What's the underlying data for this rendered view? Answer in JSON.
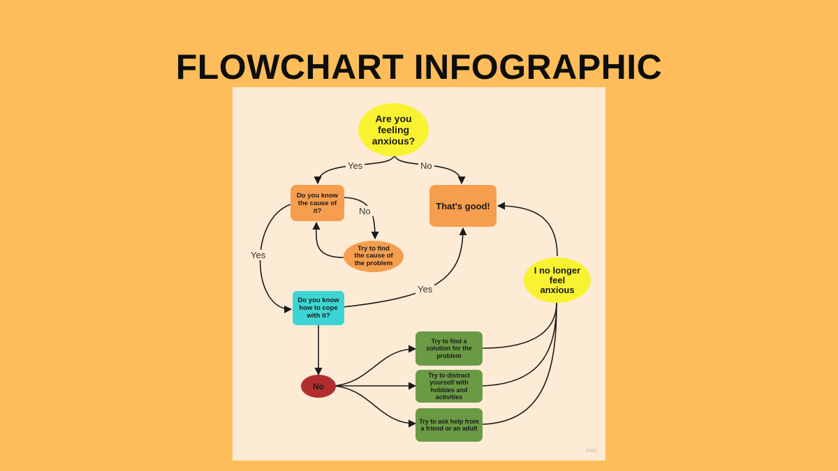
{
  "page": {
    "title": "FLOWCHART INFOGRAPHIC"
  },
  "diagram": {
    "nodes": {
      "start": "Are you feeling anxious?",
      "know_cause": "Do you know the cause of it?",
      "find_cause": "Try to find the cause of the problem",
      "thats_good": "That's good!",
      "know_cope": "Do you know how to cope with it?",
      "no_longer": "I no longer feel anxious",
      "no": "No",
      "solution": "Try to find a solution for the problem",
      "distract": "Try to distract yourself with hobbies and activities",
      "ask_help": "Try to ask help from a friend or an adult"
    },
    "edge_labels": {
      "start_yes": "Yes",
      "start_no": "No",
      "cause_no": "No",
      "cause_yes": "Yes",
      "cope_yes": "Yes"
    },
    "colors": {
      "background": "#FEBD5A",
      "board": "#FDEBD5",
      "question_oval": "#F9F231",
      "orange_box": "#F79D4E",
      "cyan_box": "#3DD5D3",
      "green_box": "#6A9A44",
      "red_oval": "#B22E2E"
    },
    "watermark": "miro"
  }
}
